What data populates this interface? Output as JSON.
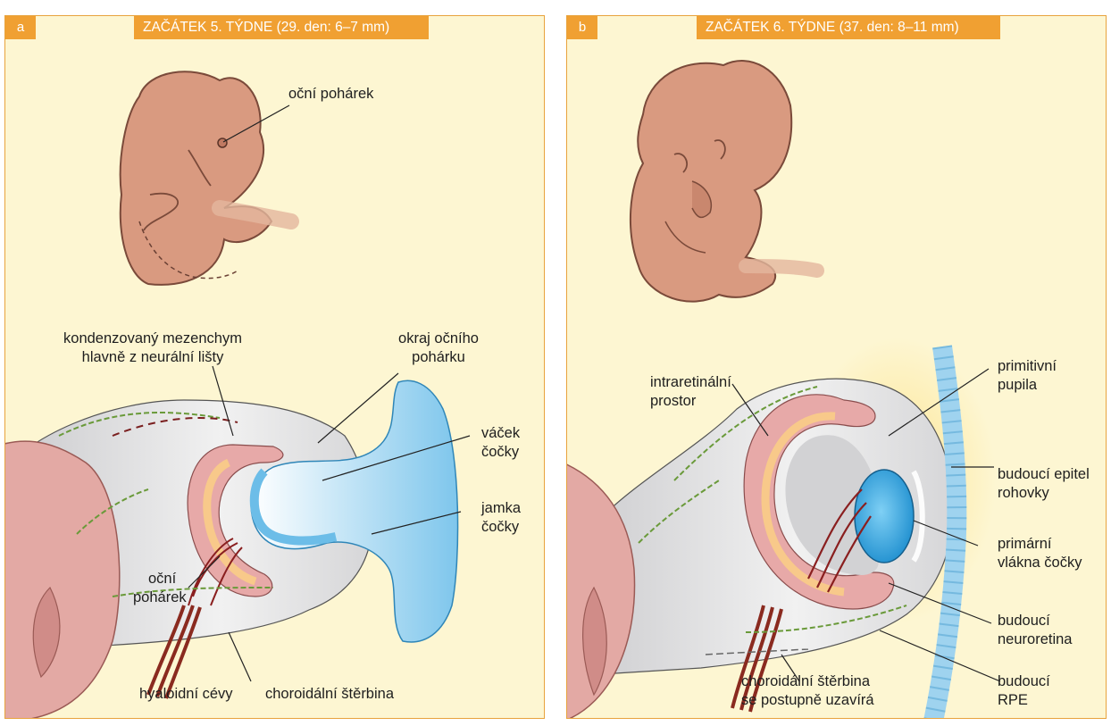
{
  "panel_a": {
    "letter": "a",
    "title": "ZAČÁTEK 5. TÝDNE (29. den: 6–7 mm)",
    "labels": {
      "eye_cup_top": "oční pohárek",
      "mesenchyme_1": "kondenzovaný mezenchym",
      "mesenchyme_2": "hlavně z neurální lišty",
      "rim_1": "okraj očního",
      "rim_2": "pohárku",
      "lens_vesicle_1": "váček",
      "lens_vesicle_2": "čočky",
      "lens_pit_1": "jamka",
      "lens_pit_2": "čočky",
      "eye_cup_1": "oční",
      "eye_cup_2": "pohárek",
      "hyaloid": "hyaloidní cévy",
      "fissure": "choroidální štěrbina"
    }
  },
  "panel_b": {
    "letter": "b",
    "title": "ZAČÁTEK 6. TÝDNE (37. den: 8–11 mm)",
    "labels": {
      "intraretinal_1": "intraretinální",
      "intraretinal_2": "prostor",
      "pupil_1": "primitivní",
      "pupil_2": "pupila",
      "cornea_1": "budoucí epitel",
      "cornea_2": "rohovky",
      "fibers_1": "primární",
      "fibers_2": "vlákna čočky",
      "neuroretina_1": "budoucí",
      "neuroretina_2": "neuroretina",
      "rpe_1": "budoucí",
      "rpe_2": "RPE",
      "fissure_1": "choroidální štěrbina",
      "fissure_2": "se postupně uzavírá"
    }
  },
  "colors": {
    "accent": "#f0a032",
    "background": "#fdf6d2",
    "embryo": "#d99a80",
    "lens": "#9fd3ef",
    "retina": "#d99a9a"
  }
}
